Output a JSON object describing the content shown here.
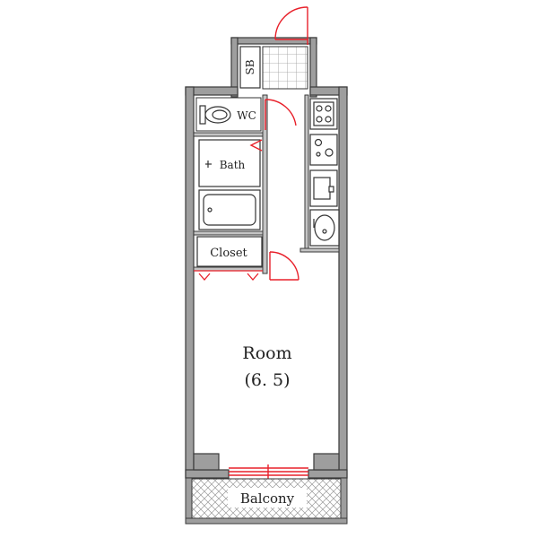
{
  "rooms": {
    "sb": "SB",
    "wc": "WC",
    "bath": "Bath",
    "closet": "Closet",
    "room": "Room",
    "room_size": "(6. 5)",
    "balcony": "Balcony"
  },
  "colors": {
    "wall": "#9e9e9e",
    "wall_outline": "#3a3a3a",
    "door": "#e8202a",
    "fixture": "#333333"
  }
}
